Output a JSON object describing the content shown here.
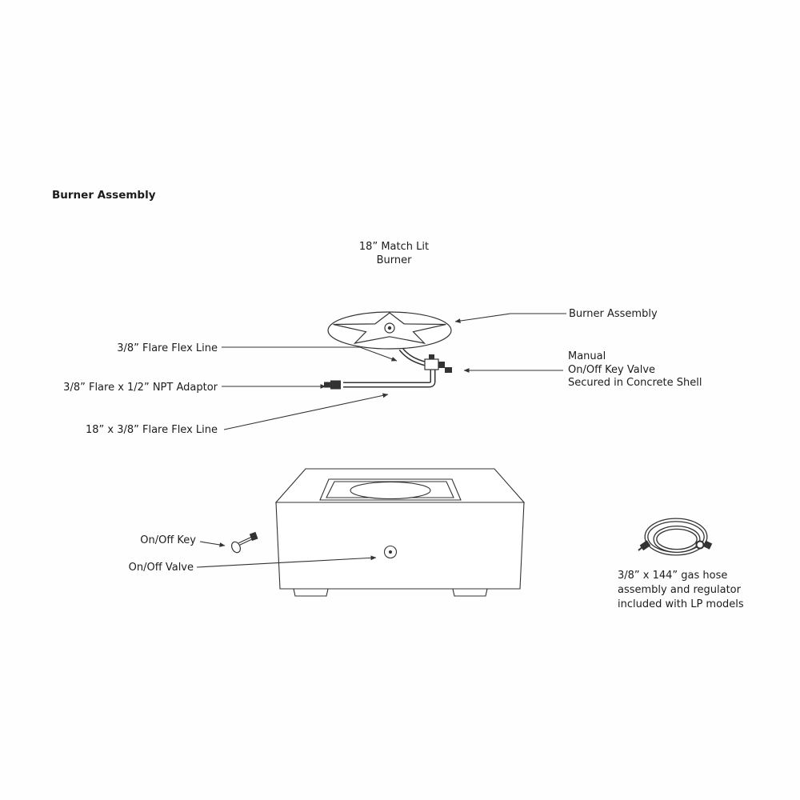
{
  "colors": {
    "line": "#333333",
    "text": "#1c1c1c",
    "background": "#fefefe"
  },
  "title": "Burner Assembly",
  "diagram": {
    "burner_caption": {
      "line1": "18” Match Lit",
      "line2": "Burner"
    },
    "labels": {
      "burner_assembly": "Burner Assembly",
      "flare_flex_line": "3/8” Flare Flex Line",
      "manual_line1": "Manual",
      "manual_line2": "On/Off Key Valve",
      "manual_line3": "Secured in Concrete Shell",
      "npt_adaptor": "3/8” Flare x 1/2” NPT Adaptor",
      "flex_line_18": "18” x 3/8” Flare Flex Line",
      "on_off_key": "On/Off Key",
      "on_off_valve": "On/Off Valve"
    },
    "notes": {
      "hose_line1": "3/8” x 144” gas hose",
      "hose_line2": "assembly and regulator",
      "hose_line3": "included with LP models"
    }
  }
}
